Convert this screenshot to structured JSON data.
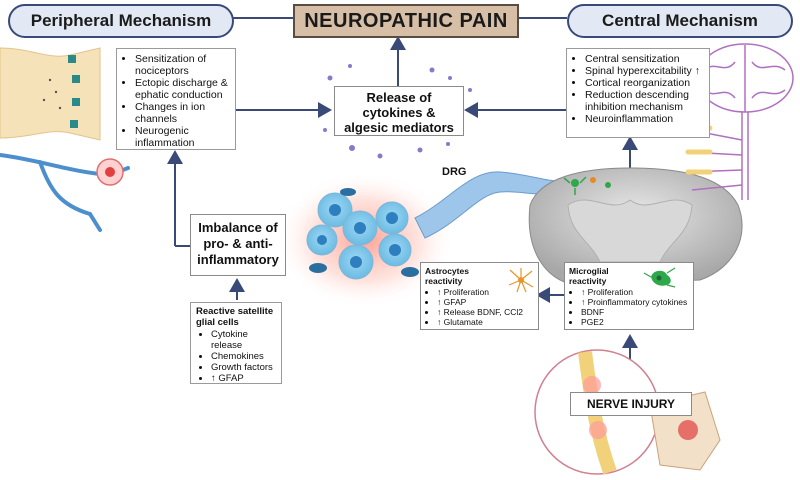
{
  "title": "NEUROPATHIC PAIN",
  "peripheral": {
    "header": "Peripheral Mechanism",
    "items": [
      "Sensitization of nociceptors",
      "Ectopic discharge & ephatic conduction",
      "Changes in ion channels",
      "Neurogenic inflammation"
    ]
  },
  "central": {
    "header": "Central Mechanism",
    "items": [
      "Central sensitization",
      "Spinal hyperexcitability ↑",
      "Cortical reorganization",
      "Reduction descending inhibition mechanism",
      "Neuroinflammation"
    ]
  },
  "release": {
    "line1": "Release of",
    "line2": "cytokines &",
    "line3": "algesic mediators"
  },
  "imbalance": {
    "line1": "Imbalance of",
    "line2": "pro- & anti-",
    "line3": "inflammatory"
  },
  "satellite": {
    "heading_line1": "Reactive satellite",
    "heading_line2": "glial cells",
    "items": [
      "Cytokine release",
      "Chemokines",
      "Growth factors",
      "↑ GFAP"
    ]
  },
  "astrocytes": {
    "heading_line1": "Astrocytes",
    "heading_line2": "reactivity",
    "items": [
      "↑ Proliferation",
      "↑ GFAP",
      "↑ Release BDNF, CCl2",
      "↑ Glutamate"
    ]
  },
  "microglial": {
    "heading_line1": "Microglial",
    "heading_line2": "reactivity",
    "items": [
      "↑ Proliferation",
      "↑ Proinflammatory cytokines",
      "BDNF",
      "PGE2"
    ]
  },
  "drg_label": "DRG",
  "nerve_injury": "NERVE INJURY",
  "colors": {
    "arrow": "#3a4a78",
    "title_fill": "#d6bfa6",
    "pill_fill": "#e3e9f4",
    "cell_blue": "#4a9fd6",
    "cord_grey": "#c8c8c8",
    "brain_purple": "#b070c0",
    "injury_red": "#e04040"
  }
}
